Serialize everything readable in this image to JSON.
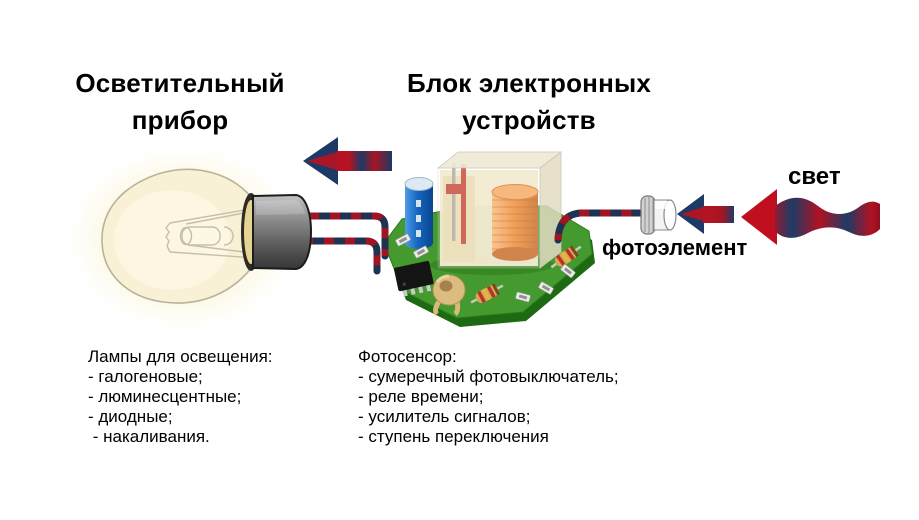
{
  "titles": {
    "lighting_device": "Осветительный прибор",
    "electronics_block": "Блок электронных устройств"
  },
  "labels": {
    "light": "свет",
    "photocell": "фотоэлемент"
  },
  "lamp_list": {
    "heading": "Лампы для освещения:",
    "items": [
      "- галогеновые;",
      "- люминесцентные;",
      "- диодные;",
      " - накаливания."
    ]
  },
  "sensor_list": {
    "heading": "Фотосенсор:",
    "items": [
      "- сумеречный фотовыключатель;",
      "- реле времени;",
      "- усилитель сигналов;",
      "- ступень переключения"
    ]
  },
  "icons": {
    "light_bulb": "light-bulb-illustration",
    "power_arrow": "left-arrow-striped",
    "circuit_board": "green-pcb-with-relay",
    "photocell": "photocell-cylinder",
    "signal_arrow": "small-left-arrow",
    "light_wave": "wavy-left-arrow"
  },
  "colors": {
    "background": "#ffffff",
    "text": "#000000",
    "arrow_red": "#b51322",
    "arrow_navy": "#1d3a66",
    "wave_head_red": "#c01020",
    "board_green": "#449a2e",
    "board_edge_green": "#1e6a12",
    "bulb_glass": "#f8f1d6",
    "socket_gray": "#6e6e6e",
    "capacitor_blue": "#1566c0",
    "coil_orange": "#ee7d1e",
    "wire_red": "#a01424",
    "wire_navy": "#1e3252"
  }
}
